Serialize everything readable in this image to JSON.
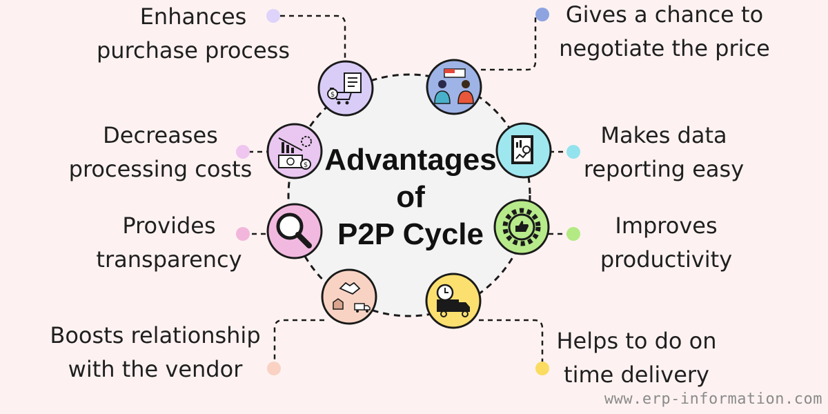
{
  "center_title": [
    "Advantages",
    "of",
    "P2P Cycle"
  ],
  "watermark": "www.erp-information.com",
  "colors": {
    "background": "#fdf2f1",
    "center_circle": "#f3f3f4",
    "outline": "#1a1a1a"
  },
  "advantages": [
    {
      "lines": [
        "Enhances",
        "purchase process"
      ],
      "icon": "shopping-cart-invoice-icon",
      "color": "#d9cdf8",
      "dot": "#ddd3fb"
    },
    {
      "lines": [
        "Gives a chance to",
        "negotiate the price"
      ],
      "icon": "negotiation-people-icon",
      "color": "#9fb4e6",
      "dot": "#8ea4e0"
    },
    {
      "lines": [
        "Decreases",
        "processing costs"
      ],
      "icon": "money-cost-decrease-icon",
      "color": "#e9c7f0",
      "dot": "#efc6f0"
    },
    {
      "lines": [
        "Makes data",
        "reporting easy"
      ],
      "icon": "data-report-icon",
      "color": "#9fe7ef",
      "dot": "#93e3ee"
    },
    {
      "lines": [
        "Provides",
        "transparency"
      ],
      "icon": "magnifying-glass-icon",
      "color": "#f2b9e0",
      "dot": "#f2b6dc"
    },
    {
      "lines": [
        "Improves",
        "productivity"
      ],
      "icon": "productivity-gear-icon",
      "color": "#b7ea8a",
      "dot": "#b3ea84"
    },
    {
      "lines": [
        "Boosts relationship",
        "with the vendor"
      ],
      "icon": "handshake-delivery-icon",
      "color": "#f8d3c3",
      "dot": "#f9d2c3"
    },
    {
      "lines": [
        "Helps to do on",
        "time delivery"
      ],
      "icon": "delivery-truck-clock-icon",
      "color": "#fbe070",
      "dot": "#fbdc62"
    }
  ]
}
